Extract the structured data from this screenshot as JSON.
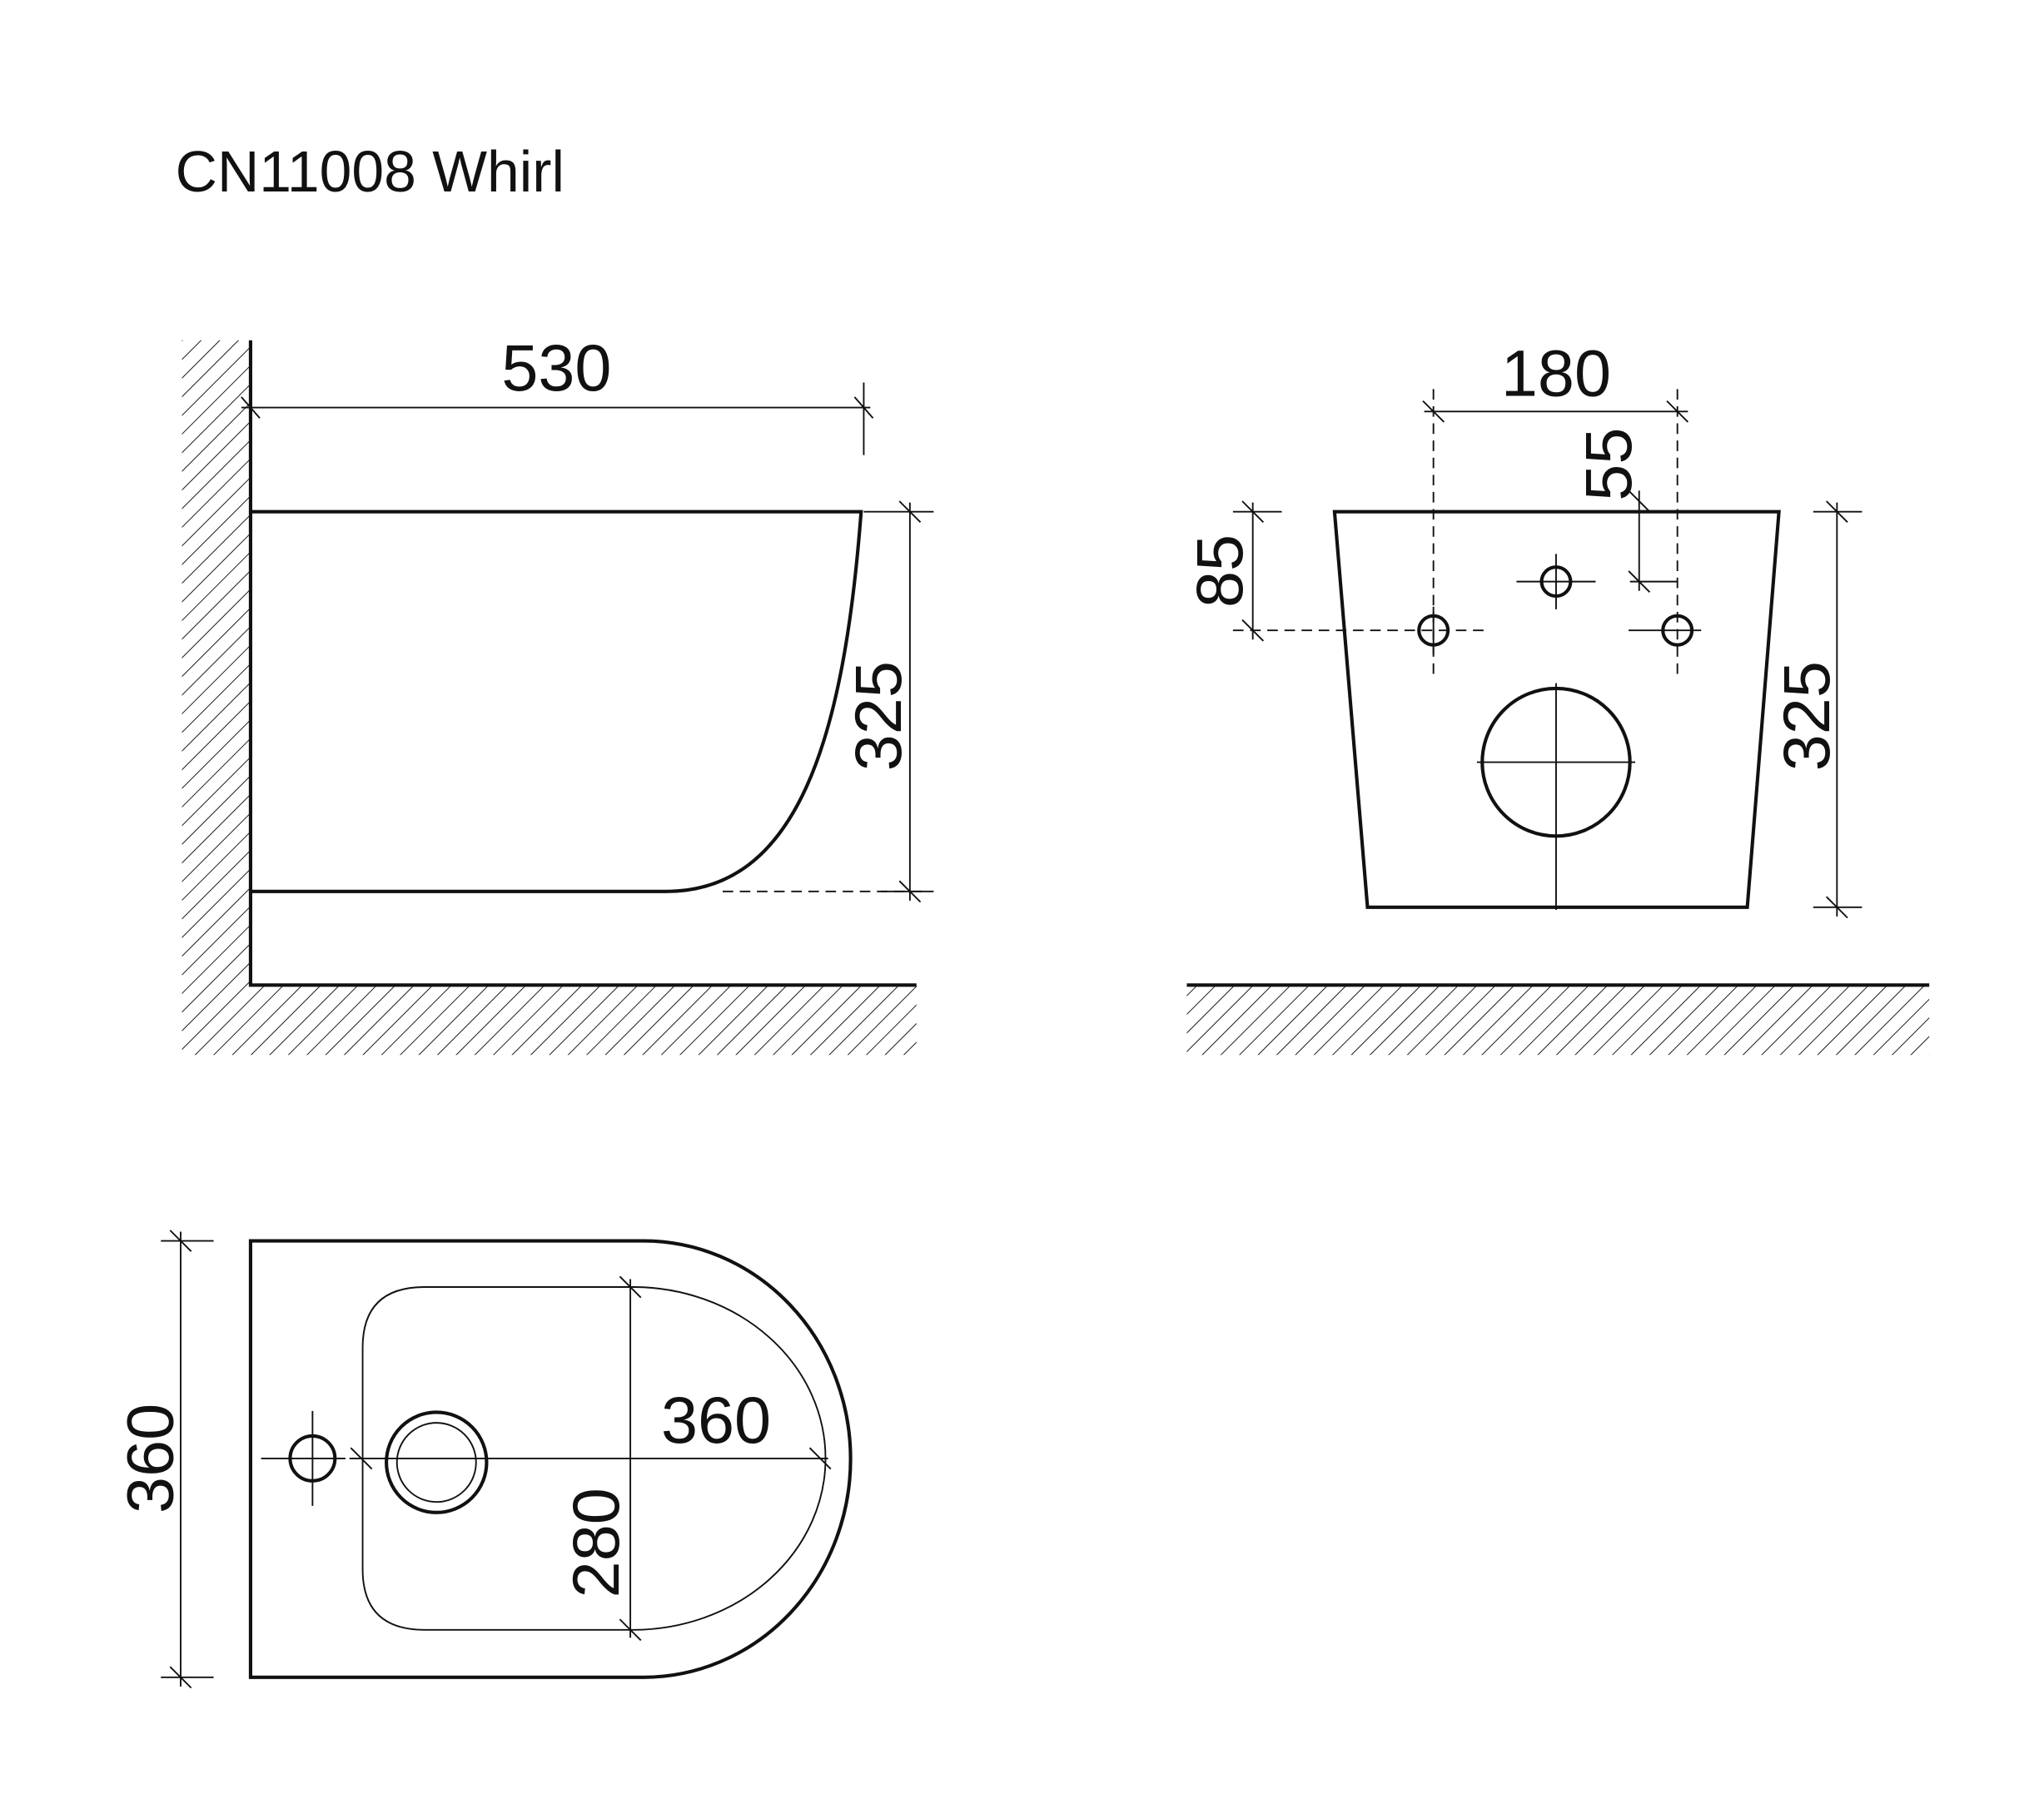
{
  "title": "CN11008 Whirl",
  "side_view": {
    "width_label": "530",
    "height_label": "325"
  },
  "front_view": {
    "hole_spacing_label": "180",
    "upper_hole_offset_label": "55",
    "hole_height_label": "85",
    "height_label": "325"
  },
  "top_view": {
    "depth_label": "360",
    "basin_length_label": "360",
    "basin_width_label": "280"
  },
  "colors": {
    "line": "#111111",
    "background": "#ffffff"
  }
}
